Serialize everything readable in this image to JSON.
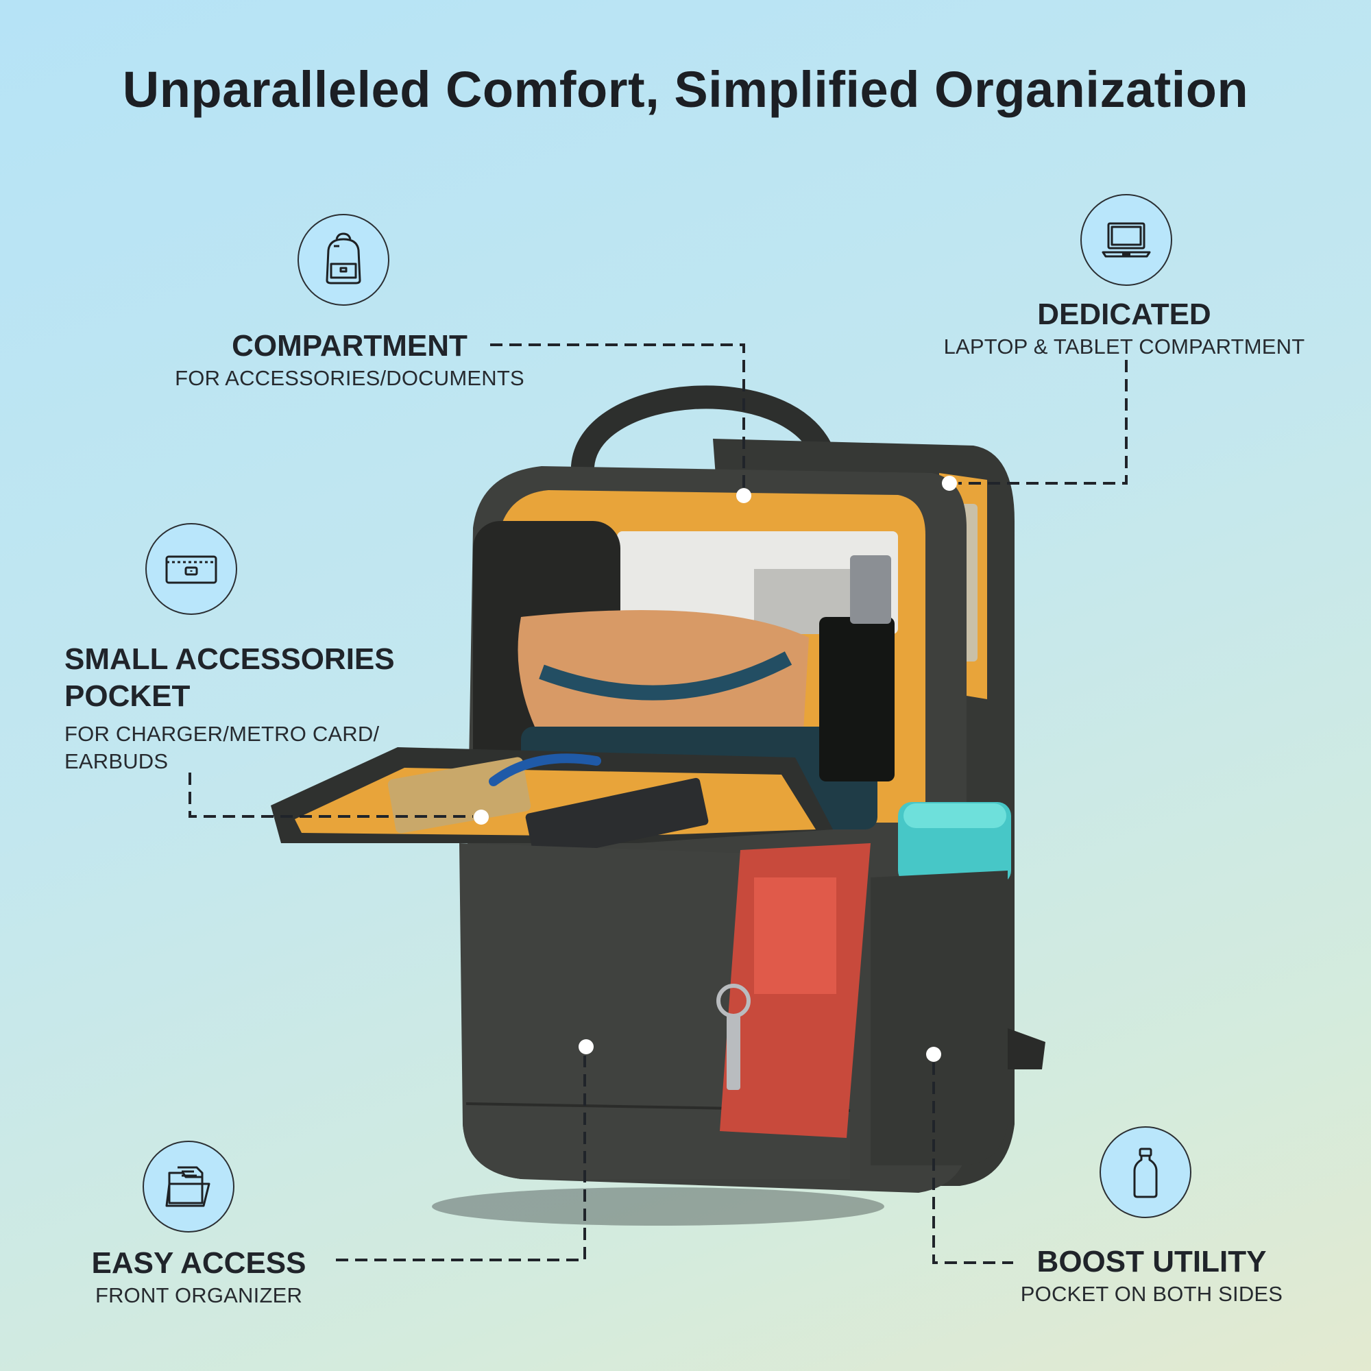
{
  "title": "Unparalleled Comfort, Simplified Organization",
  "features": {
    "compartment": {
      "heading": "COMPARTMENT",
      "sub": "FOR ACCESSORIES/DOCUMENTS",
      "icon": "backpack-icon"
    },
    "dedicated": {
      "heading": "DEDICATED",
      "sub": "LAPTOP & TABLET COMPARTMENT",
      "icon": "laptop-icon"
    },
    "small_pocket": {
      "heading_line1": "SMALL ACCESSORIES",
      "heading_line2": "POCKET",
      "sub_line1": "FOR CHARGER/METRO CARD/",
      "sub_line2": "EARBUDS",
      "icon": "pouch-icon"
    },
    "easy_access": {
      "heading": "EASY ACCESS",
      "sub": "FRONT ORGANIZER",
      "icon": "folder-icon"
    },
    "boost_utility": {
      "heading": "BOOST UTILITY",
      "sub": "POCKET ON BOTH SIDES",
      "icon": "bottle-icon"
    }
  },
  "colors": {
    "bag_body": "#3b3d3a",
    "bag_lining": "#e8a43a",
    "icon_fill": "#b9e6fb",
    "text_dark": "#1c1f24"
  }
}
